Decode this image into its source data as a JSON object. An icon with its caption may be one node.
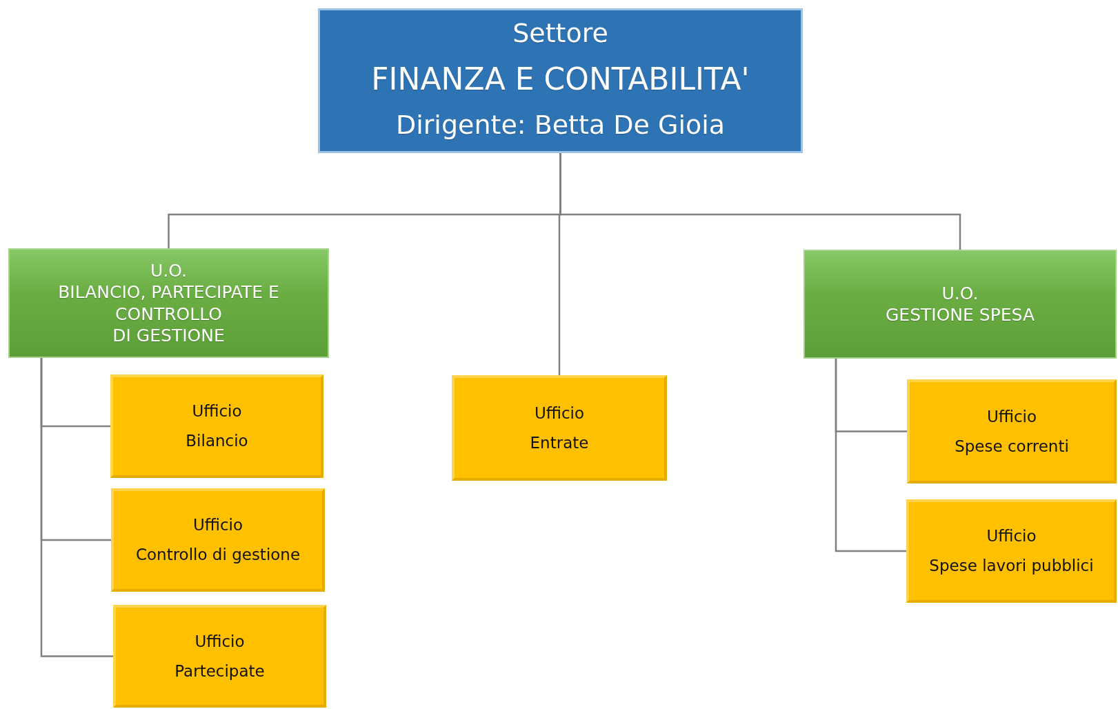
{
  "diagram": {
    "nodes": [
      {
        "text": [
          "Settore",
          "FINANZA E CONTABILITA'",
          "Dirigente: Betta De Gioia"
        ]
      },
      {
        "text": [
          "U.O.",
          "BILANCIO, PARTECIPATE E CONTROLLO",
          "DI GESTIONE"
        ]
      },
      {
        "text": [
          "Ufficio",
          "Bilancio"
        ]
      },
      {
        "text": [
          "Ufficio",
          "Controllo di gestione"
        ]
      },
      {
        "text": [
          "Ufficio",
          "Partecipate"
        ]
      },
      {
        "text": [
          "Ufficio",
          "Entrate"
        ]
      },
      {
        "text": [
          "U.O.",
          "GESTIONE SPESA"
        ]
      },
      {
        "text": [
          "Ufficio",
          "Spese correnti"
        ]
      },
      {
        "text": [
          "Ufficio",
          "Spese lavori pubblici"
        ]
      }
    ],
    "edges": [
      {
        "from": 0,
        "to": 1,
        "arrow": "none"
      },
      {
        "from": 0,
        "to": 5,
        "arrow": "none"
      },
      {
        "from": 0,
        "to": 6,
        "arrow": "none"
      },
      {
        "from": 1,
        "to": 2,
        "arrow": "none"
      },
      {
        "from": 1,
        "to": 3,
        "arrow": "none"
      },
      {
        "from": 1,
        "to": 4,
        "arrow": "none"
      },
      {
        "from": 6,
        "to": 7,
        "arrow": "none"
      },
      {
        "from": 6,
        "to": 8,
        "arrow": "none"
      }
    ]
  }
}
